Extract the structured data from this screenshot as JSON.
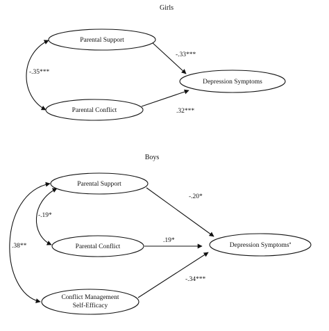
{
  "panels": [
    {
      "title": "Girls",
      "nodes": {
        "support": "Parental Support",
        "conflict": "Parental Conflict",
        "depression": "Depression Symptoms"
      },
      "coefficients": {
        "support_conflict": "-.35***",
        "support_depression": "-.33***",
        "conflict_depression": ".32***"
      }
    },
    {
      "title": "Boys",
      "nodes": {
        "support": "Parental Support",
        "conflict": "Parental Conflict",
        "efficacy_line1": "Conflict Management",
        "efficacy_line2": "Self-Efficacy",
        "depression": "Depression Symptomsª"
      },
      "coefficients": {
        "support_conflict": "-.19*",
        "support_efficacy": ".38**",
        "support_depression": "-.20*",
        "conflict_depression": ".19*",
        "efficacy_depression": "-.34***"
      }
    }
  ]
}
